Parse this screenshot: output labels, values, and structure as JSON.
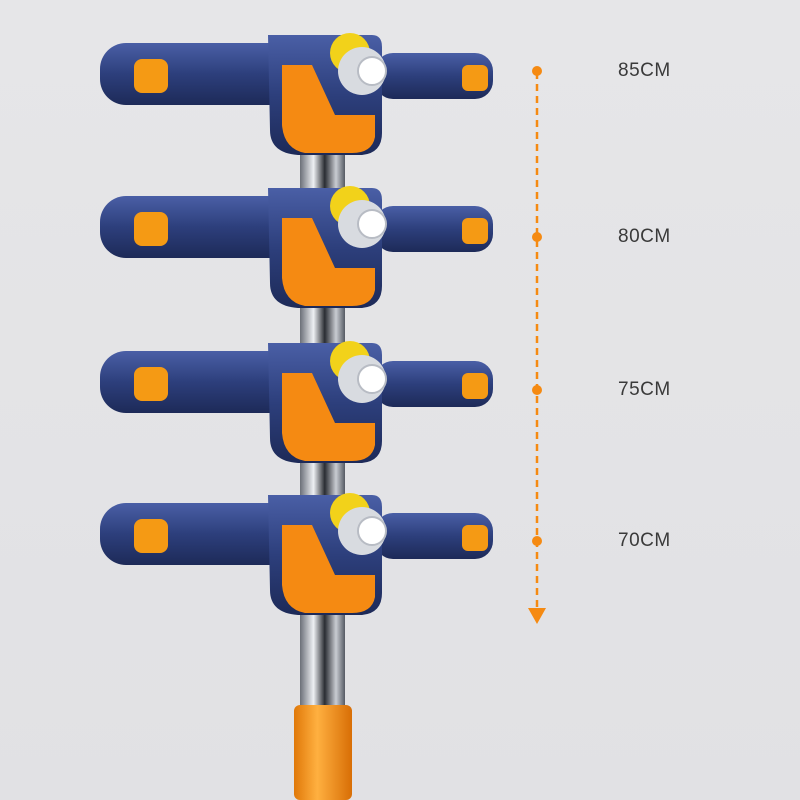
{
  "colors": {
    "blue": "#2d3f7c",
    "orange": "#f58a12",
    "yellow": "#f2d21a",
    "background": "#e4e4e6"
  },
  "heights": [
    {
      "label": "85CM"
    },
    {
      "label": "80CM"
    },
    {
      "label": "75CM"
    },
    {
      "label": "70CM"
    }
  ]
}
